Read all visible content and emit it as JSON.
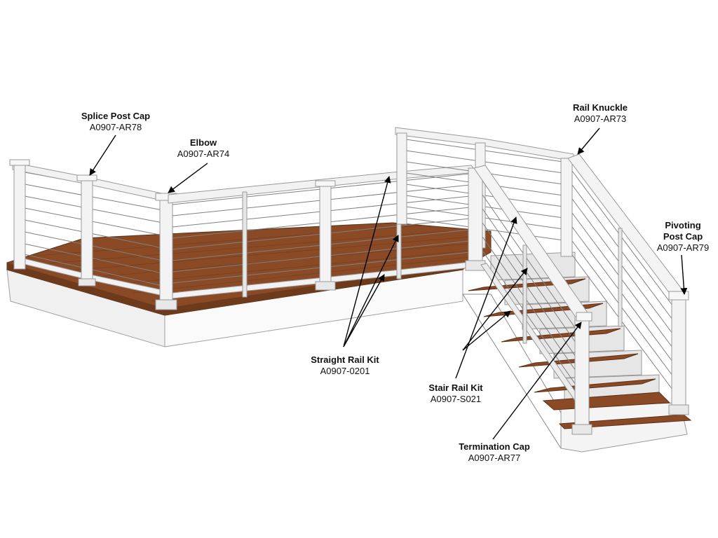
{
  "colors": {
    "deck_wood": "#8a4a26",
    "deck_wood_dark": "#6e3a1c",
    "fascia": "#efefef",
    "post": "#f3f3f3",
    "post_edge": "#9a9a9a",
    "cable": "#7f7f7f",
    "leader": "#000000"
  },
  "callouts": [
    {
      "id": "splice-post-cap",
      "title": "Splice Post Cap",
      "code": "A0907-AR78"
    },
    {
      "id": "elbow",
      "title": "Elbow",
      "code": "A0907-AR74"
    },
    {
      "id": "rail-knuckle",
      "title": "Rail Knuckle",
      "code": "A0907-AR73"
    },
    {
      "id": "pivoting-post-cap",
      "title_line1": "Pivoting",
      "title_line2": "Post Cap",
      "code": "A0907-AR79"
    },
    {
      "id": "straight-rail-kit",
      "title": "Straight Rail Kit",
      "code": "A0907-0201"
    },
    {
      "id": "stair-rail-kit",
      "title": "Stair Rail Kit",
      "code": "A0907-S021"
    },
    {
      "id": "termination-cap",
      "title": "Termination Cap",
      "code": "A0907-AR77"
    }
  ]
}
